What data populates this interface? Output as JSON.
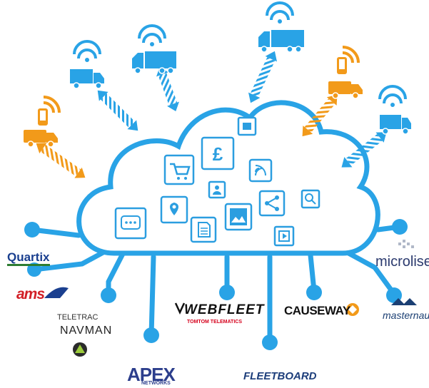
{
  "logos": {
    "quartix": "Quartix",
    "ams": "ams",
    "teletrac": "TELETRAC",
    "navman": "NAVMAN",
    "apex": "APEX",
    "apex_sub": "NETWORKS",
    "webfleet": "WEBFLEET",
    "tomtom": "TOMTOM TELEMATICS",
    "fleetboard": "FLEETBOARD",
    "causeway": "CAUSEWAY",
    "microlise": "microlise",
    "masternaut": "masternaut"
  },
  "colors": {
    "blue": "#29a3e6",
    "orange": "#f29a1a",
    "cloud_fill": "#ffffff",
    "icon_blue": "#2b9ee0"
  },
  "icons": [
    "pound-sign-icon",
    "shopping-cart-icon",
    "calendar-icon",
    "wifi-icon",
    "user-icon",
    "share-icon",
    "search-icon",
    "chat-icon",
    "map-pin-icon",
    "document-icon",
    "image-icon",
    "video-icon"
  ]
}
